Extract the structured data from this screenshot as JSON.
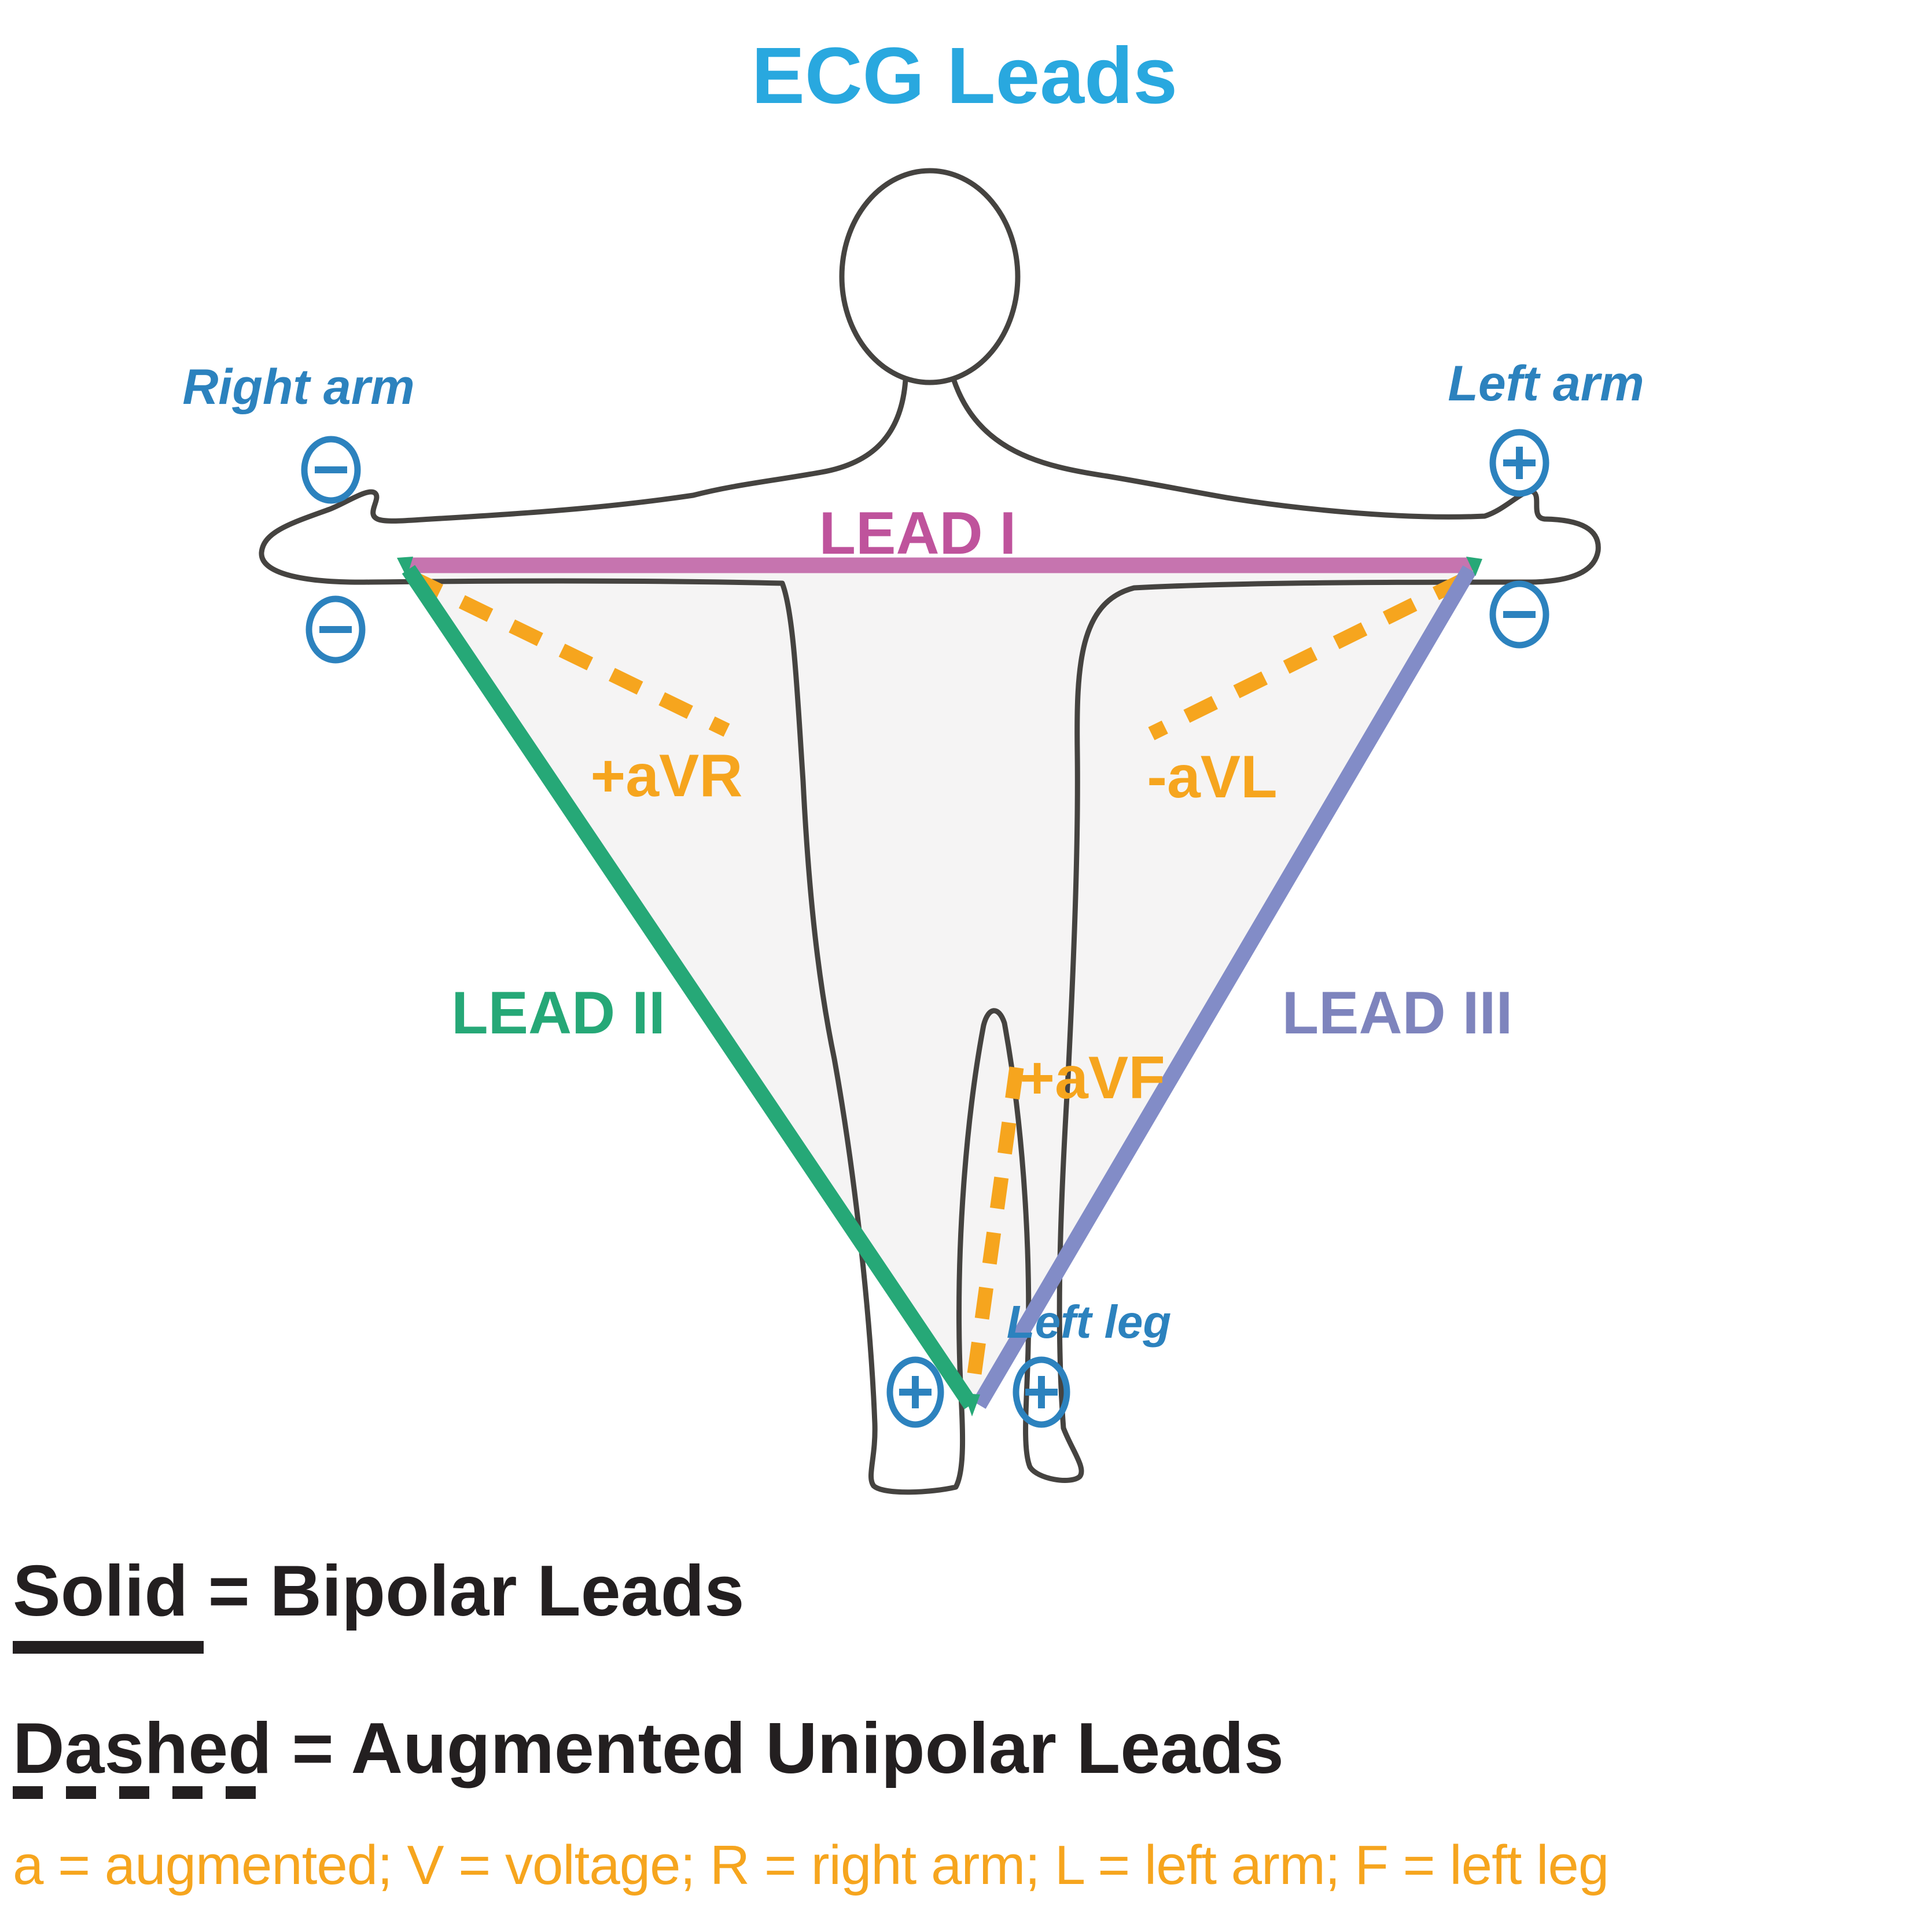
{
  "title": {
    "text": "ECG Leads",
    "color": "#29A8DF"
  },
  "figure": {
    "body_labels": {
      "right_arm": "Right arm",
      "left_arm": "Left arm",
      "left_leg": "Left leg"
    },
    "label_color": "#2C82BE",
    "body_outline_color": "#454340",
    "triangle_fill_color": "#F5F4F4",
    "polarity_markers": [
      {
        "location": "right-arm-upper",
        "sign": "minus"
      },
      {
        "location": "right-arm-lower",
        "sign": "minus"
      },
      {
        "location": "left-arm-upper",
        "sign": "plus"
      },
      {
        "location": "left-arm-lower",
        "sign": "minus"
      },
      {
        "location": "left-leg-left",
        "sign": "plus"
      },
      {
        "location": "left-leg-right",
        "sign": "plus"
      }
    ]
  },
  "leads": {
    "lead_i": {
      "label": "LEAD I",
      "category": "bipolar",
      "line_style": "solid",
      "text_color": "#BF539C",
      "line_color": "#C674AF"
    },
    "lead_ii": {
      "label": "LEAD II",
      "category": "bipolar",
      "line_style": "solid",
      "text_color": "#26A877",
      "line_color": "#26A877"
    },
    "lead_iii": {
      "label": "LEAD III",
      "category": "bipolar",
      "line_style": "solid",
      "text_color": "#7E84BD",
      "line_color": "#828CC7"
    },
    "avr": {
      "label": "+aVR",
      "category": "augmented unipolar",
      "line_style": "dashed",
      "text_color": "#F6A51E",
      "line_color": "#F6A51E"
    },
    "avl": {
      "label": "-aVL",
      "category": "augmented unipolar",
      "line_style": "dashed",
      "text_color": "#F6A51E",
      "line_color": "#F6A51E"
    },
    "avf": {
      "label": "+aVF",
      "category": "augmented unipolar",
      "line_style": "dashed",
      "text_color": "#F6A51E",
      "line_color": "#F6A51E"
    }
  },
  "legend": {
    "solid_line": "Solid = Bipolar Leads",
    "dashed_line": "Dashed = Augmented Unipolar Leads",
    "abbreviations": "a = augmented; V = voltage; R = right arm; L = left arm; F = left leg",
    "text_color": "#231F20",
    "abbreviations_color": "#F6A51E"
  }
}
